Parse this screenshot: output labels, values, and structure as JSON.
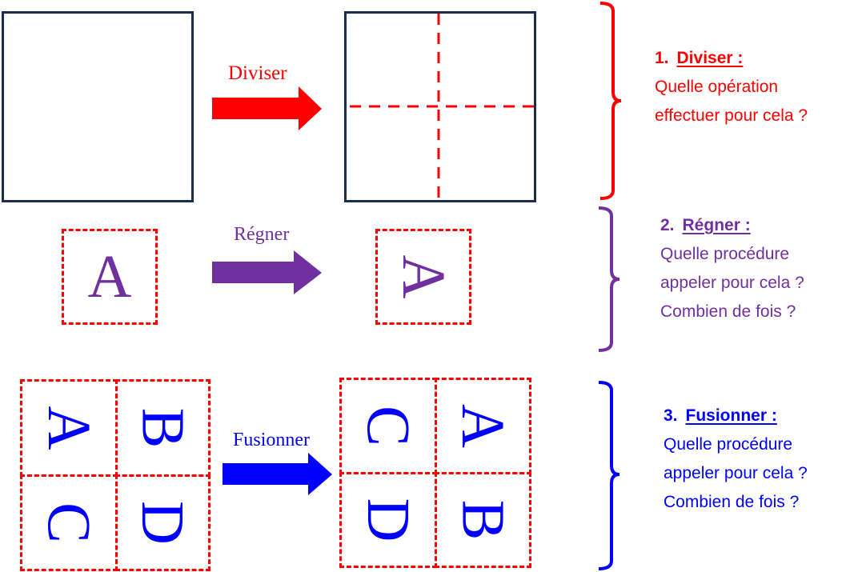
{
  "colors": {
    "divide": "#ff0000",
    "conquer": "#7030a0",
    "merge": "#0000ff",
    "square_border": "#1b2d4f",
    "dashed": "#ff0000"
  },
  "steps": [
    {
      "arrow_label": "Diviser",
      "description": {
        "number": "1.",
        "title": "Diviser :",
        "lines": [
          "Quelle opération",
          "effectuer pour cela ?"
        ]
      }
    },
    {
      "arrow_label": "Régner",
      "input_letter": "A",
      "output_letter": "A",
      "description": {
        "number": "2.",
        "title": "Régner :",
        "lines": [
          "Quelle procédure",
          "appeler pour cela ?",
          "Combien de fois ?"
        ]
      }
    },
    {
      "arrow_label": "Fusionner",
      "input_grid": [
        "A",
        "B",
        "C",
        "D"
      ],
      "output_grid": [
        "C",
        "A",
        "D",
        "B"
      ],
      "description": {
        "number": "3.",
        "title": "Fusionner :",
        "lines": [
          "Quelle procédure",
          "appeler pour cela ?",
          "Combien de fois ?"
        ]
      }
    }
  ]
}
